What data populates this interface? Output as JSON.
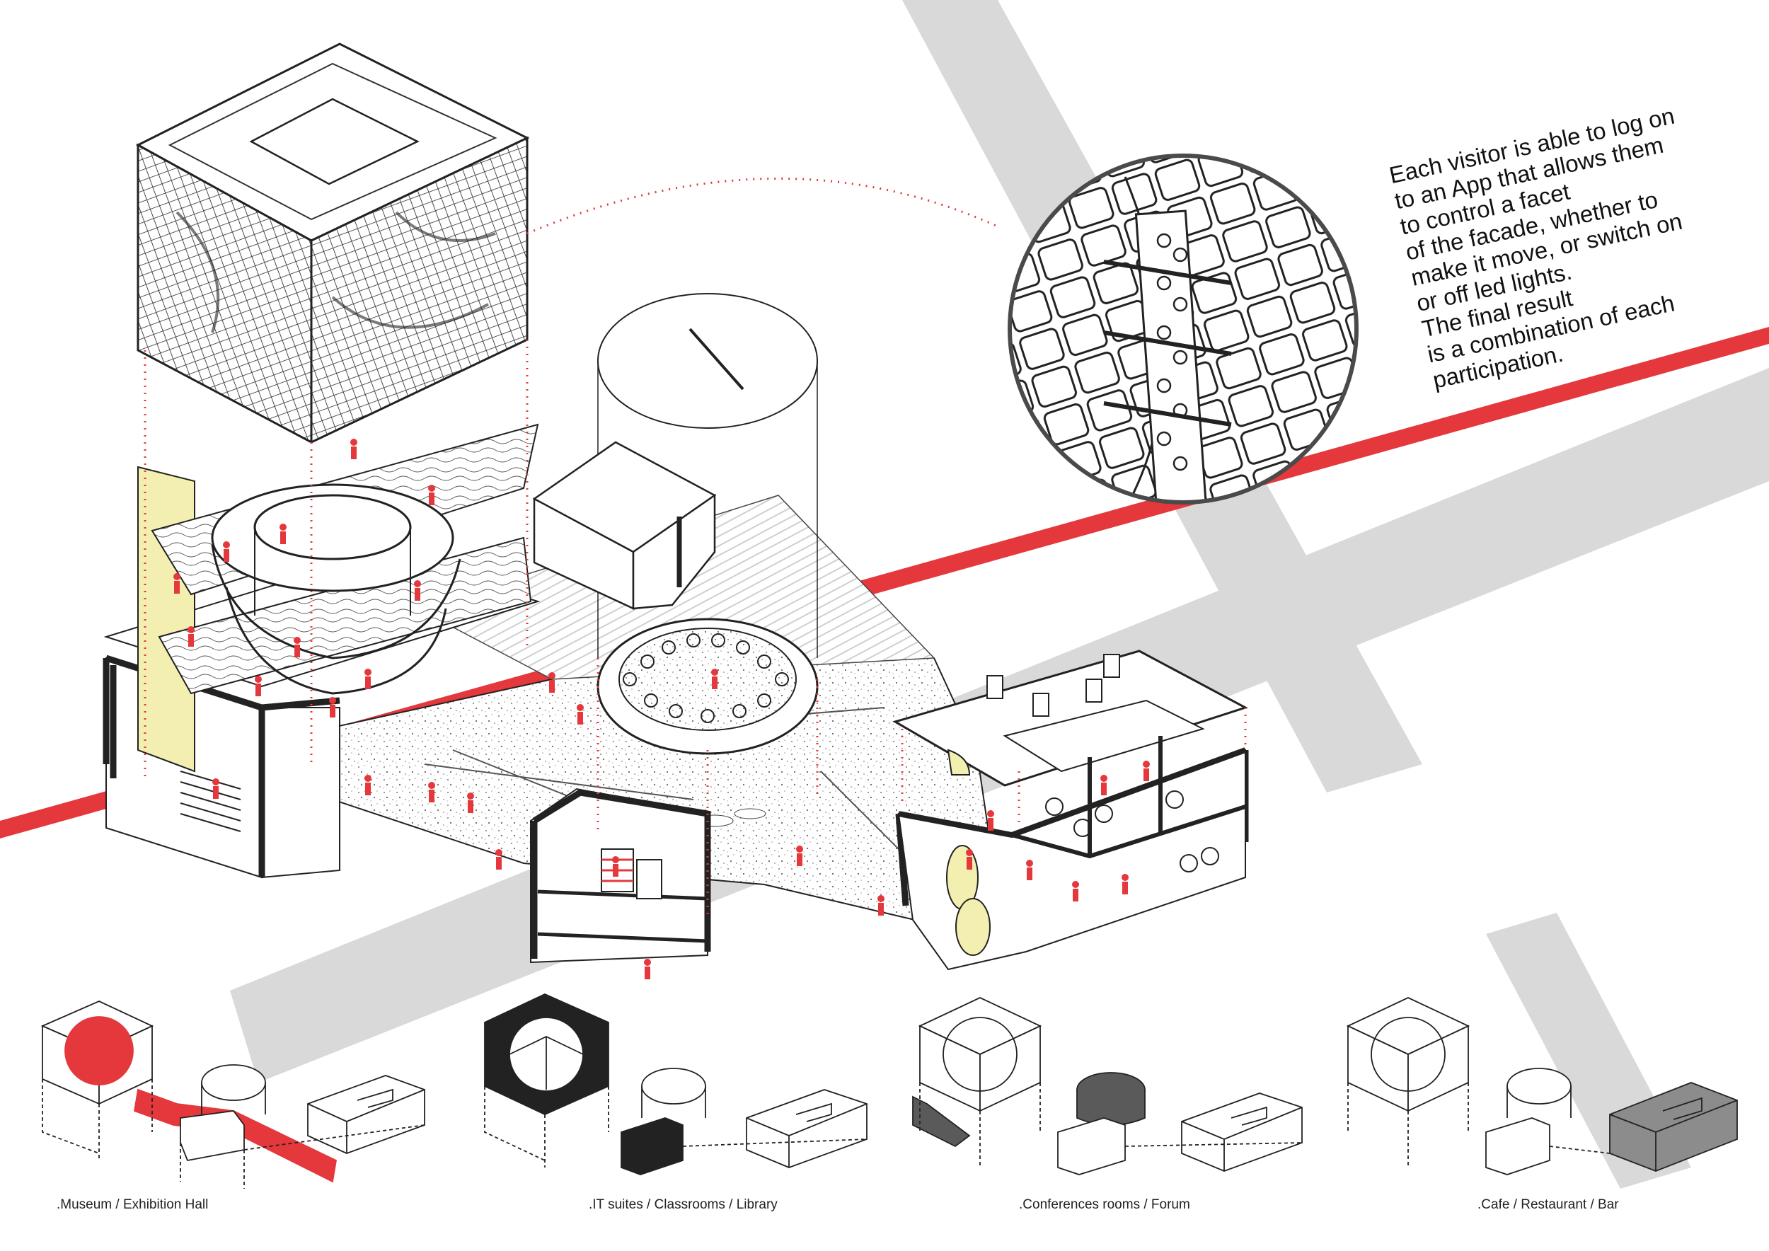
{
  "colors": {
    "accent_red": "#e4383c",
    "road_gray": "#d9d9d9",
    "ink": "#222222",
    "highlight_yellow": "#f2efb0",
    "dark_gray": "#5a5a5a",
    "mid_gray": "#8c8c8c"
  },
  "callout": {
    "lines": [
      "Each visitor is able to log on",
      "to an App that allows them",
      "to control a facet",
      "of the facade, whether to",
      "make it move, or switch on",
      "or off led lights.",
      "The final result",
      "is a combination of each",
      "participation."
    ]
  },
  "legend": {
    "items": [
      {
        "label": ".Museum / Exhibition Hall",
        "highlight": "red-circle-and-ramp"
      },
      {
        "label": ".IT suites / Classrooms / Library",
        "highlight": "black-cube"
      },
      {
        "label": ".Conferences rooms / Forum",
        "highlight": "dark-cylinder"
      },
      {
        "label": ".Cafe / Restaurant / Bar",
        "highlight": "gray-block"
      }
    ]
  }
}
